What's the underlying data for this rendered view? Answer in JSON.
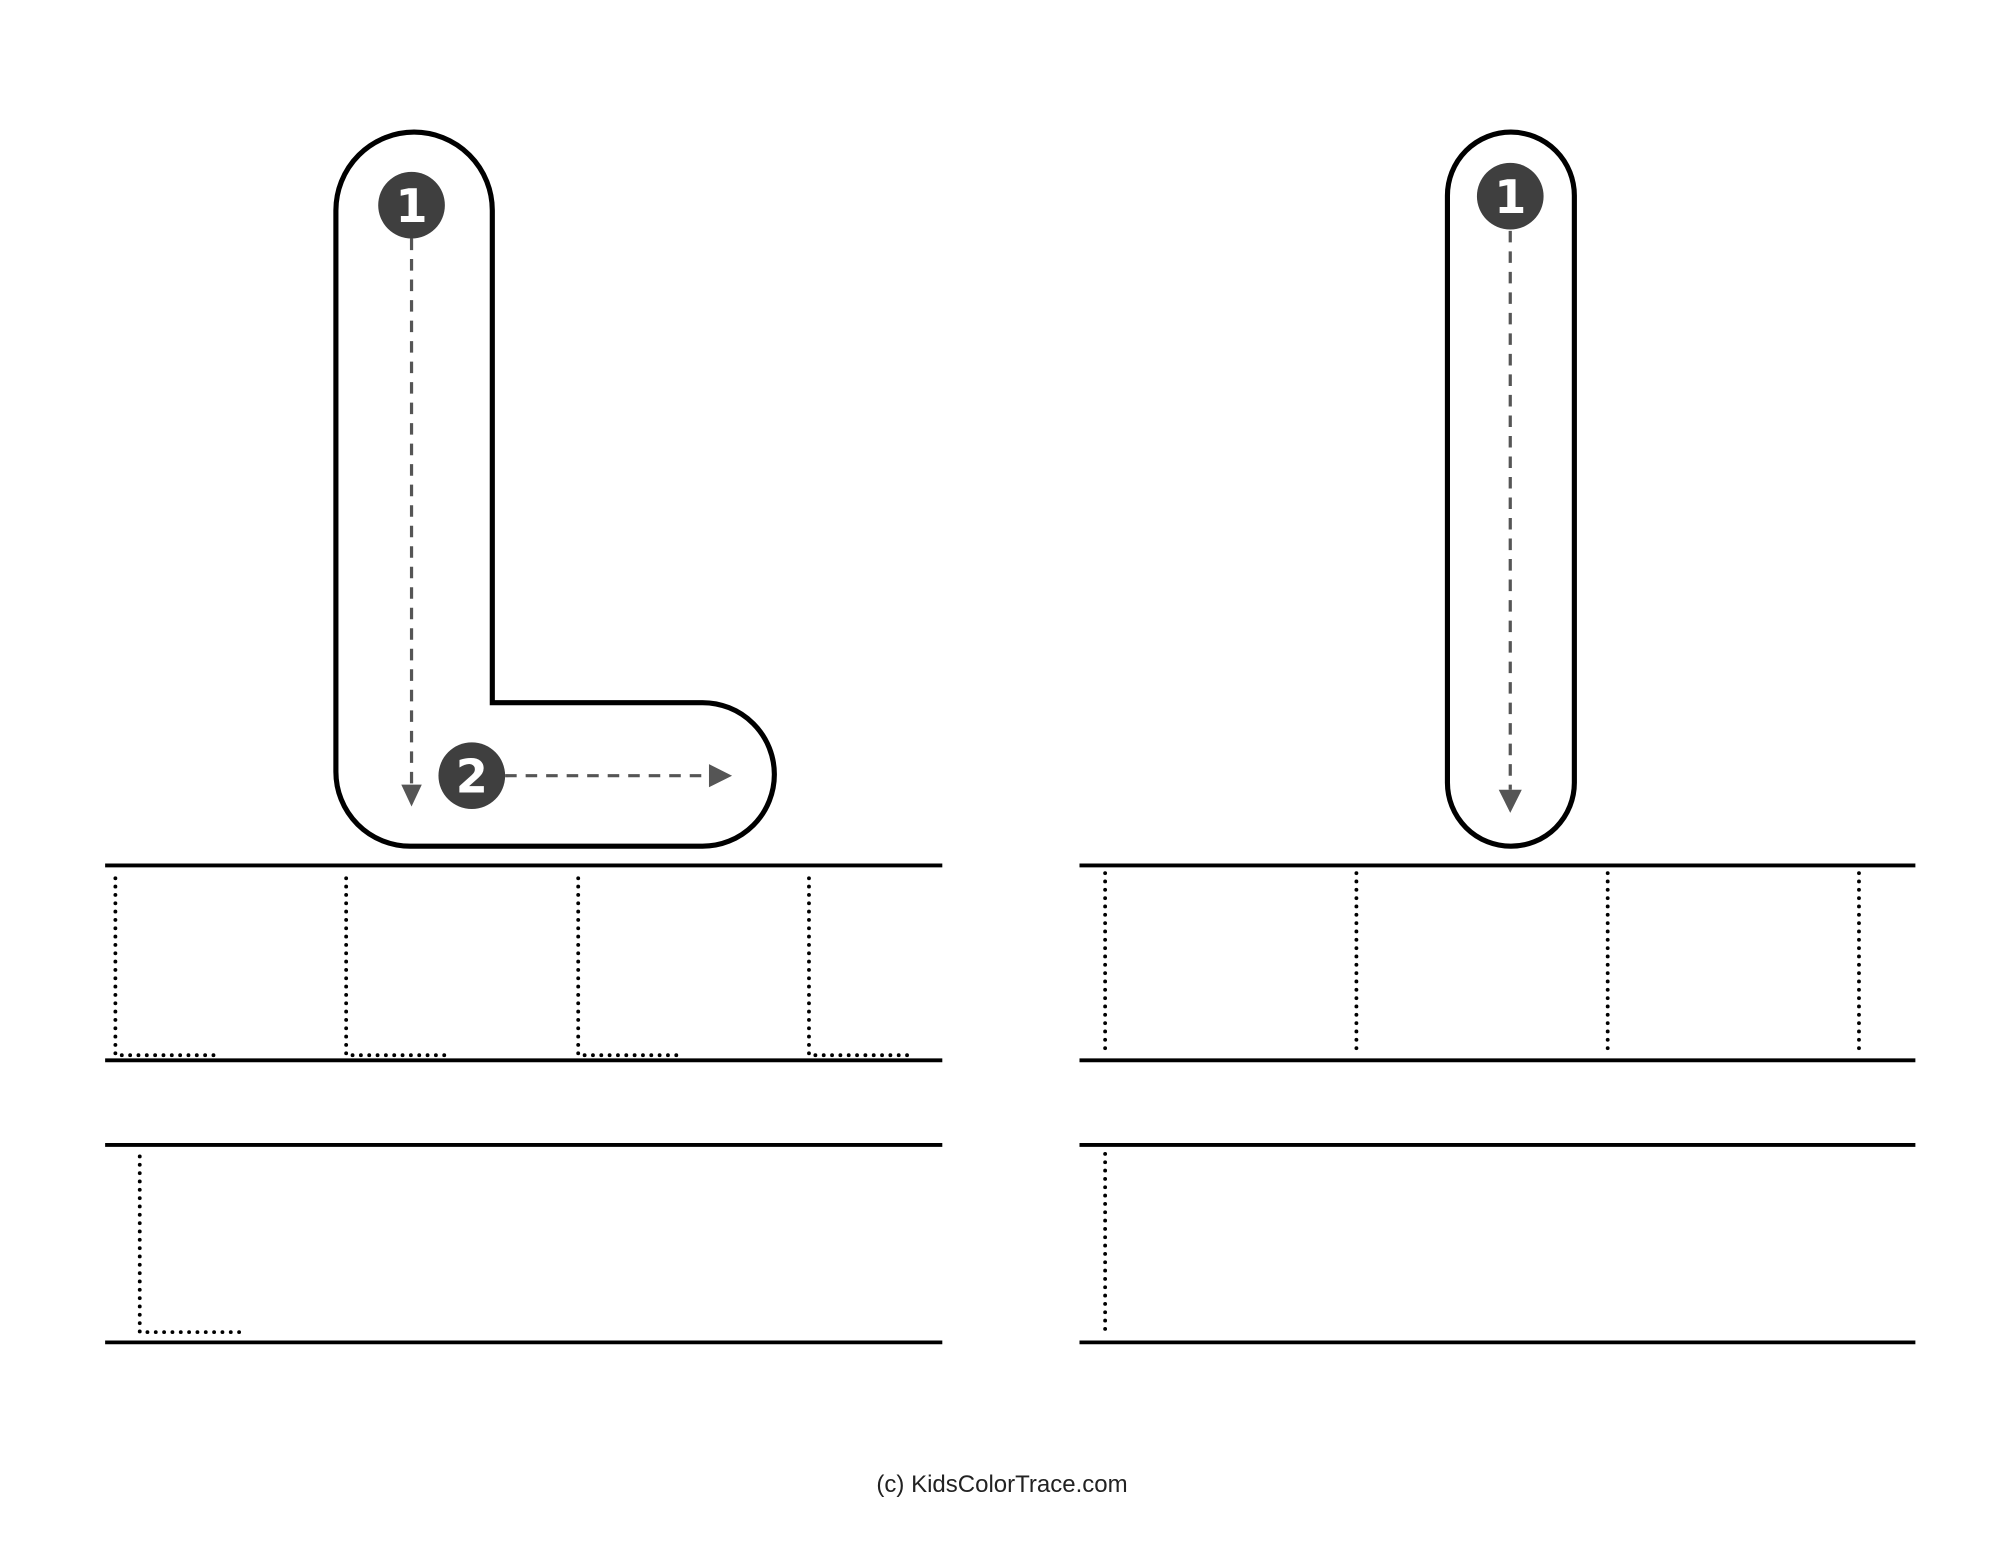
{
  "worksheet": {
    "uppercase_letter": "L",
    "lowercase_letter": "l",
    "uppercase_steps": [
      "1",
      "2"
    ],
    "lowercase_steps": [
      "1"
    ],
    "footer": "(c) KidsColorTrace.com"
  },
  "colors": {
    "outline": "#000000",
    "step_circle": "#3f3f3f",
    "guide_arrow": "#555555"
  }
}
